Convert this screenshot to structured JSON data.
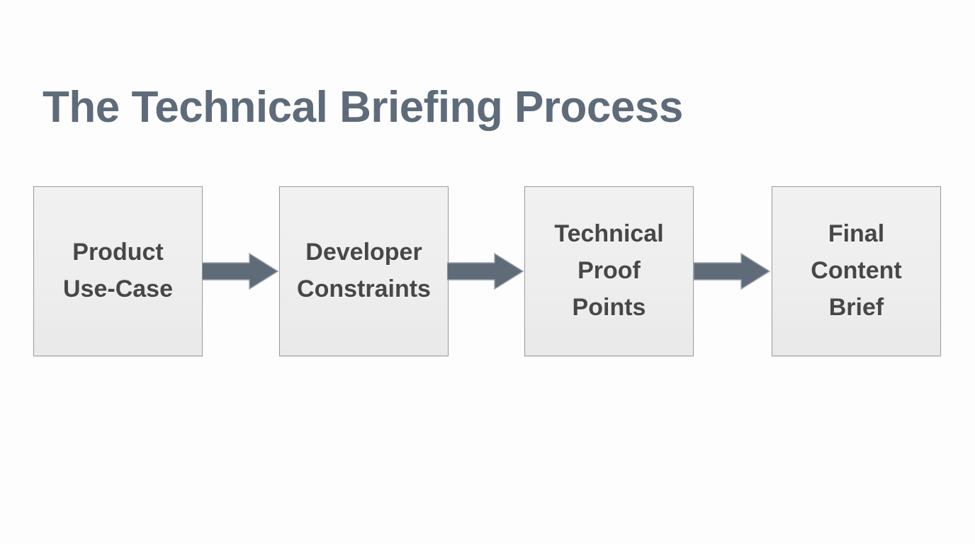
{
  "slide": {
    "title": "The Technical Briefing Process",
    "background_color": "#fdfdfd",
    "title_color": "#5e6b7a"
  },
  "diagram": {
    "type": "linear-process-flow",
    "orientation": "left-to-right",
    "box_fill_color": "#eeeeee",
    "box_border_color": "#9b9b9b",
    "box_text_color": "#474747",
    "arrow_color": "#5f6b78",
    "steps": [
      {
        "index": 1,
        "label": "Product\nUse-Case",
        "name": "product-use-case"
      },
      {
        "index": 2,
        "label": "Developer\nConstraints",
        "name": "developer-constraints"
      },
      {
        "index": 3,
        "label": "Technical\nProof\nPoints",
        "name": "technical-proof-points"
      },
      {
        "index": 4,
        "label": "Final\nContent\nBrief",
        "name": "final-content-brief"
      }
    ],
    "connectors": [
      {
        "index": 1,
        "from": "Product Use-Case",
        "to": "Developer Constraints",
        "glyph": "block-arrow-right"
      },
      {
        "index": 2,
        "from": "Developer Constraints",
        "to": "Technical Proof Points",
        "glyph": "block-arrow-right"
      },
      {
        "index": 3,
        "from": "Technical Proof Points",
        "to": "Final Content Brief",
        "glyph": "block-arrow-right"
      }
    ]
  }
}
